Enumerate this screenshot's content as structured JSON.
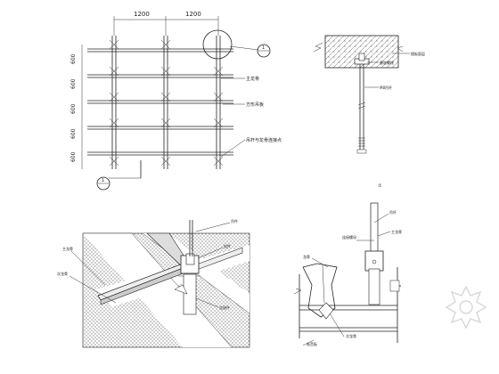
{
  "plan": {
    "dim_top": [
      "1200",
      "1200"
    ],
    "dim_left": [
      "600",
      "600",
      "600",
      "600",
      "600"
    ],
    "callouts": [
      "主龙骨",
      "方形吊板",
      "吊杆与龙骨连接点"
    ],
    "detail_tag": "1",
    "section_tag": "1"
  },
  "hanger_detail": {
    "callouts": [
      "楼板面层",
      "膨胀螺栓",
      "M8吊杆"
    ],
    "note": "①"
  },
  "iso_detail": {
    "callouts_left": [
      "主龙骨",
      "次龙骨"
    ],
    "callouts_right": [
      "吊件",
      "挂件",
      "连接件"
    ]
  },
  "section_detail": {
    "callouts": [
      "吊杆",
      "连接螺母",
      "主龙骨",
      "龙骨",
      "次龙骨",
      "吸音板"
    ]
  },
  "watermark": {
    "name": "logo-star-watermark"
  }
}
